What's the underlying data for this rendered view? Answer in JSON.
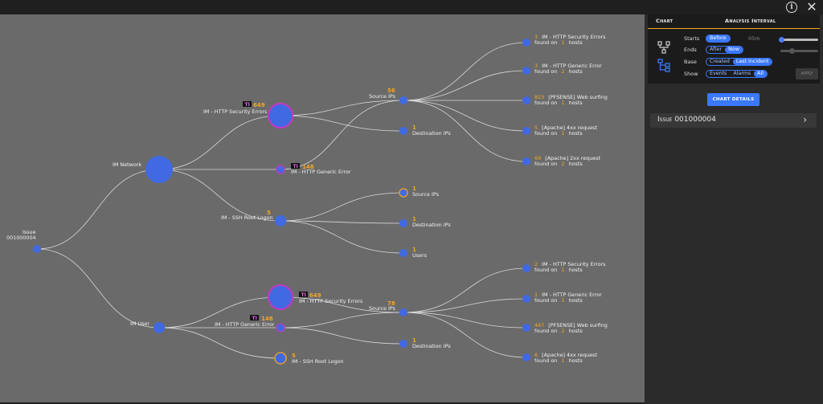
{
  "header": {
    "info_icon": "info-icon",
    "close_icon": "close-icon",
    "info_glyph": "i",
    "close_glyph": "✕"
  },
  "panel": {
    "tab_chart": "Chart",
    "tab_interval": "Analysis Interval",
    "starts_label": "Starts",
    "starts_option": "Before",
    "starts_value": "05m",
    "ends_label": "Ends",
    "ends_options": [
      "After",
      "Now"
    ],
    "base_label": "Base",
    "base_options": [
      "Created",
      "Last Incident"
    ],
    "show_label": "Show",
    "show_options": [
      "Events",
      "Alarms",
      "All"
    ],
    "apply_label": "APPLY",
    "chart_details_label": "CHART DETAILS",
    "issue_label": "Issue 001000004",
    "issue_chevron": "›",
    "accent": "#f5a623",
    "blue": "#3a78ff"
  },
  "graph": {
    "ti_badge": "TI",
    "found_on": "found on",
    "hosts_word": "hosts",
    "root": {
      "line1": "Issue",
      "line2": "001000004"
    },
    "im_network": "IM Network",
    "im_user": "IM User",
    "net_http_sec": {
      "label": "IM - HTTP Security Errors",
      "count": "649"
    },
    "net_http_gen": {
      "label": "IM - HTTP Generic Error",
      "count": "148"
    },
    "net_ssh": {
      "label": "IM - SSH Root Logon",
      "count": "5"
    },
    "net_src_ips": {
      "label": "Source IPs",
      "count": "56"
    },
    "net_dst_ips": {
      "label": "Destination IPs",
      "count": "1"
    },
    "ssh_src_ips": {
      "label": "Source IPs",
      "count": "1"
    },
    "ssh_dst_ips": {
      "label": "Destination IPs",
      "count": "1"
    },
    "ssh_users": {
      "label": "Users",
      "count": "1"
    },
    "net_leaves": [
      {
        "count": "3",
        "label": "IM - HTTP Security Errors",
        "hosts": "1"
      },
      {
        "count": "3",
        "label": "IM - HTTP Generic Error",
        "hosts": "2"
      },
      {
        "count": "823",
        "label": "[PFSENSE] Web surfing",
        "hosts": "1"
      },
      {
        "count": "5",
        "label": "[Apache] 4xx request",
        "hosts": "1"
      },
      {
        "count": "69",
        "label": "[Apache] 2xx request",
        "hosts": "2"
      }
    ],
    "user_http_sec": {
      "label": "IM - HTTP Security Errors",
      "count": "649"
    },
    "user_http_gen": {
      "label": "IM - HTTP Generic Error",
      "count": "148"
    },
    "user_ssh": {
      "label": "IM - SSH Root Logon",
      "count": "5"
    },
    "user_src_ips": {
      "label": "Source IPs",
      "count": "78"
    },
    "user_dst_ips": {
      "label": "Destination IPs",
      "count": "1"
    },
    "user_leaves": [
      {
        "count": "2",
        "label": "IM - HTTP Security Errors",
        "hosts": "1"
      },
      {
        "count": "1",
        "label": "IM - HTTP Generic Error",
        "hosts": "1"
      },
      {
        "count": "467",
        "label": "[PFSENSE] Web surfing",
        "hosts": "2"
      },
      {
        "count": "6",
        "label": "[Apache] 4xx request",
        "hosts": "1"
      }
    ]
  }
}
